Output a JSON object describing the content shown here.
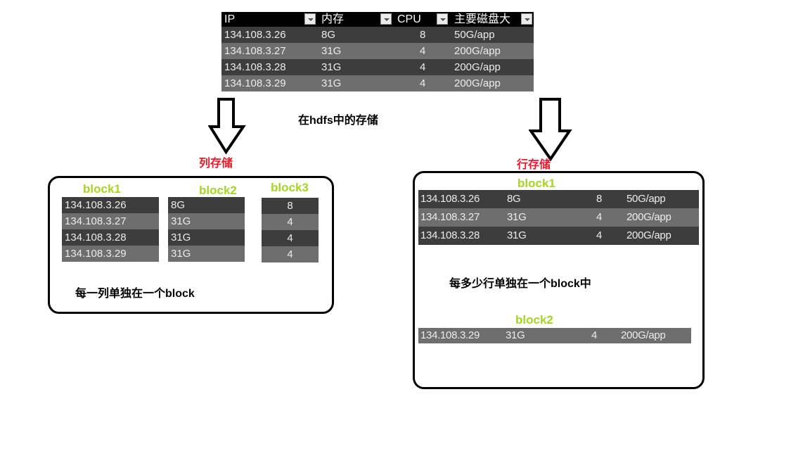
{
  "source_table": {
    "headers": [
      "IP",
      "内存",
      "CPU",
      "主要磁盘大"
    ],
    "rows": [
      [
        "134.108.3.26",
        "8G",
        "8",
        "50G/app"
      ],
      [
        "134.108.3.27",
        "31G",
        "4",
        "200G/app"
      ],
      [
        "134.108.3.28",
        "31G",
        "4",
        "200G/app"
      ],
      [
        "134.108.3.29",
        "31G",
        "4",
        "200G/app"
      ]
    ]
  },
  "caption_hdfs": "在hdfs中的存储",
  "column_store": {
    "title": "列存储",
    "caption": "每一列单独在一个block",
    "blocks": [
      {
        "label": "block1",
        "values": [
          "134.108.3.26",
          "134.108.3.27",
          "134.108.3.28",
          "134.108.3.29"
        ]
      },
      {
        "label": "block2",
        "values": [
          "8G",
          "31G",
          "31G",
          "31G"
        ]
      },
      {
        "label": "block3",
        "values": [
          "8",
          "4",
          "4",
          "4"
        ]
      }
    ]
  },
  "row_store": {
    "title": "行存储",
    "caption": "每多少行单独在一个block中",
    "blocks": [
      {
        "label": "block1",
        "rows": [
          [
            "134.108.3.26",
            "8G",
            "8",
            "50G/app"
          ],
          [
            "134.108.3.27",
            "31G",
            "4",
            "200G/app"
          ],
          [
            "134.108.3.28",
            "31G",
            "4",
            "200G/app"
          ]
        ]
      },
      {
        "label": "block2",
        "rows": [
          [
            "134.108.3.29",
            "31G",
            "4",
            "200G/app"
          ]
        ]
      }
    ]
  },
  "colors": {
    "row_dark": "#3d3d3d",
    "row_light": "#6e6e6e",
    "red_label": "#e8192b",
    "green_label": "#a6d620"
  }
}
